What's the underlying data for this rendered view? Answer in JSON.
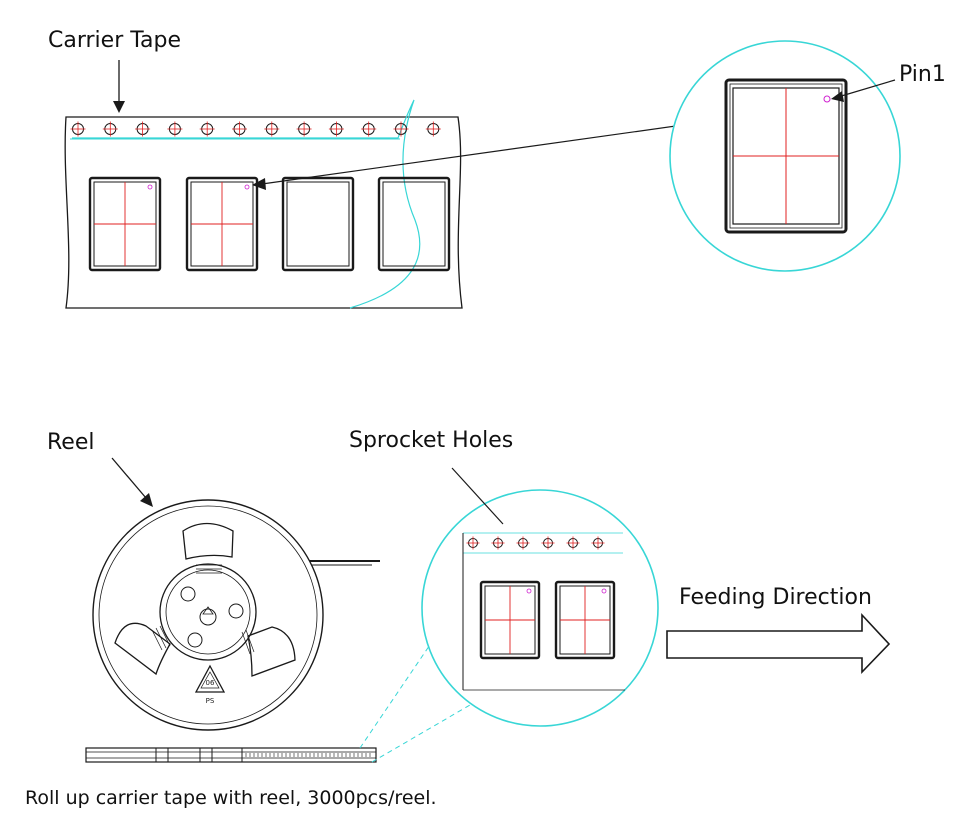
{
  "labels": {
    "carrier_tape": "Carrier Tape",
    "pin1": "Pin1",
    "reel": "Reel",
    "sprocket_holes": "Sprocket Holes",
    "feeding_direction": "Feeding Direction"
  },
  "recycle_symbol": {
    "code": "06",
    "material": "PS"
  },
  "caption": "Roll up carrier tape with reel, 3000pcs/reel.",
  "colors": {
    "outline": "#1a1a1a",
    "accent_cyan": "#38d6d6",
    "crosshair_red": "#e02020",
    "pin_marker_magenta": "#d020d0"
  }
}
